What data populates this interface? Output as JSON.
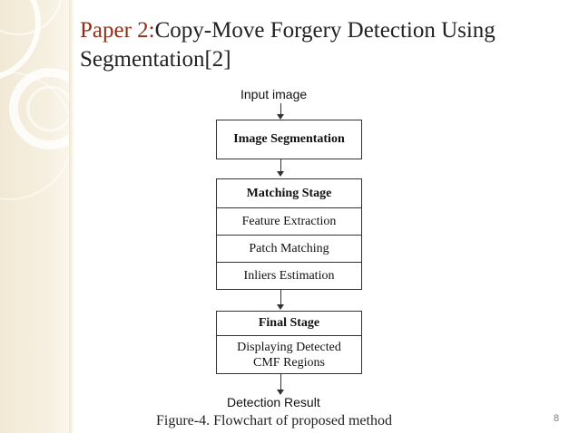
{
  "slide": {
    "title_prefix": "Paper 2:",
    "title_main": "Copy-Move Forgery Detection Using Segmentation[2]",
    "caption": "Figure-4. Flowchart of proposed method",
    "page_number": "8",
    "accent_color": "#8e2f17"
  },
  "flowchart": {
    "input_label": "Input image",
    "segmentation_label": "Image Segmentation",
    "matching": {
      "header": "Matching Stage",
      "steps": [
        "Feature Extraction",
        "Patch Matching",
        "Inliers Estimation"
      ]
    },
    "final": {
      "header": "Final Stage",
      "body_line1": "Displaying Detected",
      "body_line2": "CMF Regions"
    },
    "output_label": "Detection Result"
  }
}
